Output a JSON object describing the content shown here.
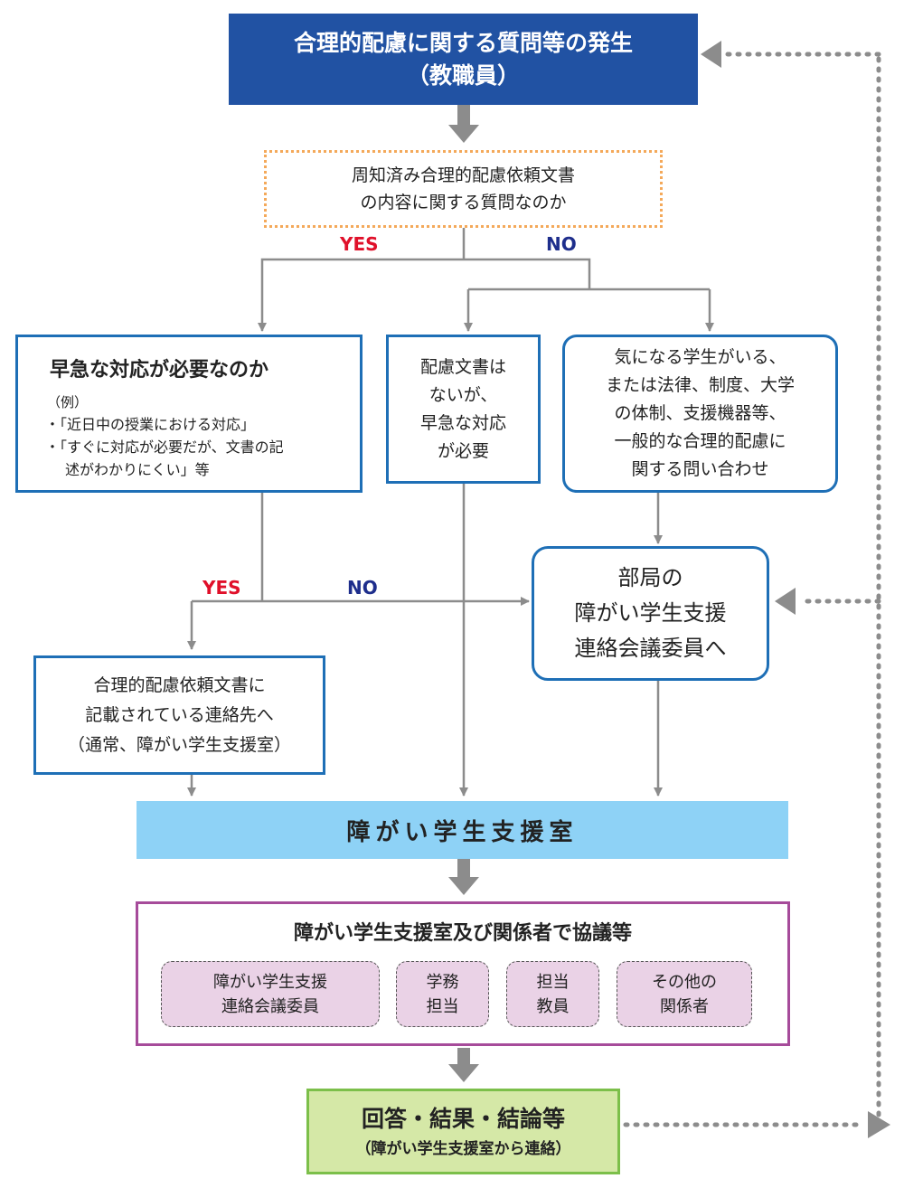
{
  "header": {
    "line1": "合理的配慮に関する質問等の発生",
    "line2": "（教職員）"
  },
  "question": {
    "line1": "周知済み合理的配慮依頼文書",
    "line2": "の内容に関する質問なのか"
  },
  "branch_labels": {
    "yes_top": "YES",
    "no_top": "NO",
    "yes_mid": "YES",
    "no_mid": "NO"
  },
  "urgent_box": {
    "title": "早急な対応が必要なのか",
    "example_heading": "（例）",
    "bullet1": "・「近日中の授業における対応」",
    "bullet2_line1": "・「すぐに対応が必要だが、文書の記",
    "bullet2_line2": "述がわかりにくい」等"
  },
  "no_document_box": {
    "line1": "配慮文書は",
    "line2": "ないが、",
    "line3": "早急な対応",
    "line4": "が必要"
  },
  "concern_box": {
    "line1": "気になる学生がいる、",
    "line2": "または法律、制度、大学",
    "line3": "の体制、支援機器等、",
    "line4": "一般的な合理的配慮に",
    "line5": "関する問い合わせ"
  },
  "department_box": {
    "line1": "部局の",
    "line2": "障がい学生支援",
    "line3": "連絡会議委員へ"
  },
  "contact_box": {
    "line1": "合理的配慮依頼文書に",
    "line2": "記載されている連絡先へ",
    "line3": "（通常、障がい学生支援室）"
  },
  "support_office": {
    "label": "障がい学生支援室"
  },
  "consultation": {
    "title": "障がい学生支援室及び関係者で協議等",
    "participants": [
      {
        "line1": "障がい学生支援",
        "line2": "連絡会議委員"
      },
      {
        "line1": "学務",
        "line2": "担当"
      },
      {
        "line1": "担当",
        "line2": "教員"
      },
      {
        "line1": "その他の",
        "line2": "関係者"
      }
    ]
  },
  "result": {
    "line1": "回答・結果・結論等",
    "line2": "（障がい学生支援室から連絡）"
  },
  "colors": {
    "header_fill": "#2152a3",
    "question_border": "#f4a95a",
    "box_border": "#1e6fb6",
    "support_fill": "#8ed2f6",
    "consult_border": "#a64b9a",
    "participant_fill": "#ead2e6",
    "result_fill": "#d5e8a7",
    "result_border": "#7cbf4a",
    "arrow_gray": "#8c8c8c",
    "yes_red": "#e0102a",
    "no_navy": "#1e2e8c"
  }
}
